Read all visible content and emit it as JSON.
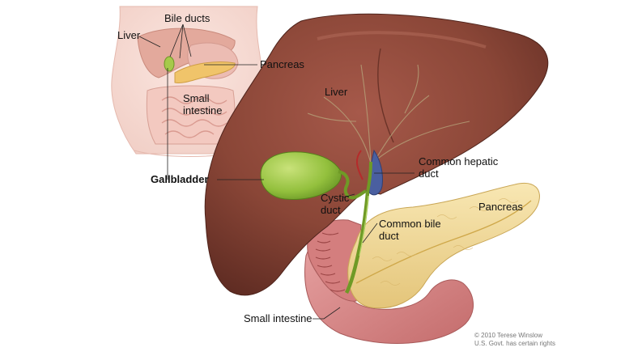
{
  "inset": {
    "labels": {
      "liver": "Liver",
      "bile_ducts": "Bile ducts",
      "pancreas": "Pancreas",
      "small_intestine_line1": "Small",
      "small_intestine_line2": "intestine"
    }
  },
  "main": {
    "labels": {
      "liver": "Liver",
      "gallbladder": "Gallbladder",
      "common_hepatic_duct_line1": "Common hepatic",
      "common_hepatic_duct_line2": "duct",
      "cystic_duct_line1": "Cystic",
      "cystic_duct_line2": "duct",
      "common_bile_duct_line1": "Common bile",
      "common_bile_duct_line2": "duct",
      "pancreas": "Pancreas",
      "small_intestine": "Small intestine"
    }
  },
  "credit": {
    "line1": "© 2010 Terese Winslow",
    "line2": "U.S. Govt. has certain rights"
  },
  "colors": {
    "liver": "#7d3f33",
    "gallbladder": "#8fbf3a",
    "pancreas": "#f3dd9c",
    "intestine": "#d98a8a",
    "skin": "#f6d9d2"
  }
}
